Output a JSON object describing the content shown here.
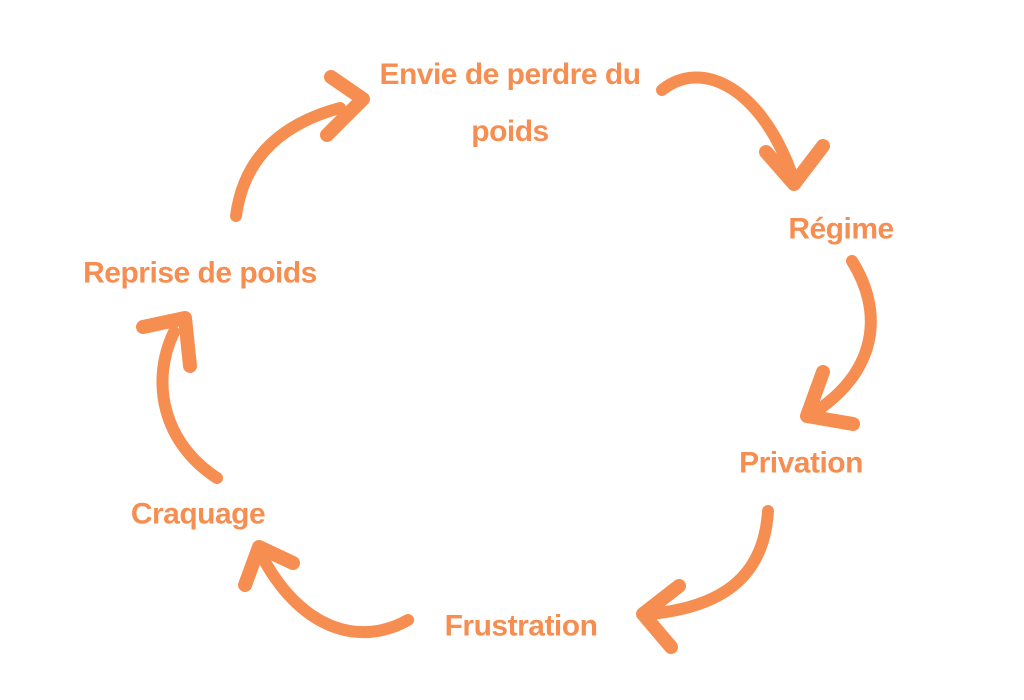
{
  "diagram": {
    "type": "cycle",
    "language": "fr",
    "background_color": "#ffffff",
    "accent_color": "#F78E51",
    "nodes": [
      {
        "id": "envie",
        "label": "Envie de perdre du poids"
      },
      {
        "id": "regime",
        "label": "Régime"
      },
      {
        "id": "privation",
        "label": "Privation"
      },
      {
        "id": "frustration",
        "label": "Frustration"
      },
      {
        "id": "craquage",
        "label": "Craquage"
      },
      {
        "id": "reprise",
        "label": "Reprise de poids"
      }
    ],
    "edges": [
      {
        "from": "Envie de perdre du poids",
        "to": "Régime"
      },
      {
        "from": "Régime",
        "to": "Privation"
      },
      {
        "from": "Privation",
        "to": "Frustration"
      },
      {
        "from": "Frustration",
        "to": "Craquage"
      },
      {
        "from": "Craquage",
        "to": "Reprise de poids"
      },
      {
        "from": "Reprise de poids",
        "to": "Envie de perdre du poids"
      }
    ]
  }
}
